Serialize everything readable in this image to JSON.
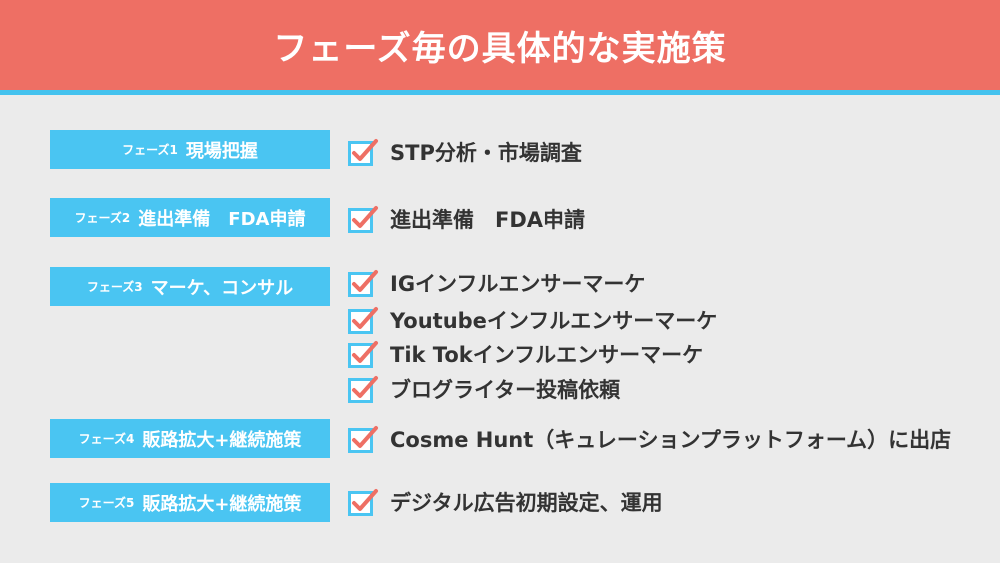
{
  "title": "フェーズ毎の具体的な実施策",
  "colors": {
    "header": "#ee6f64",
    "stripe": "#44c2ee",
    "label_bg": "#4ac5f2",
    "check_box": "#4ac5f2",
    "check_mark": "#ee6f64",
    "background": "#ebebeb"
  },
  "phases": [
    {
      "small": "フェーズ1",
      "main": "現場把握"
    },
    {
      "small": "フェーズ2",
      "main": "進出準備　FDA申請"
    },
    {
      "small": "フェーズ3",
      "main": "マーケ、コンサル"
    },
    {
      "small": "フェーズ4",
      "main": "販路拡大+継続施策"
    },
    {
      "small": "フェーズ5",
      "main": "販路拡大+継続施策"
    }
  ],
  "items": [
    "STP分析・市場調査",
    "進出準備　FDA申請",
    "IGインフルエンサーマーケ",
    "Youtubeインフルエンサーマーケ",
    "Tik Tokインフルエンサーマーケ",
    "ブログライター投稿依頼",
    "Cosme Hunt（キュレーションプラットフォーム）に出店",
    "デジタル広告初期設定、運用"
  ],
  "icons": {
    "item": "checkbox-checked-icon"
  }
}
